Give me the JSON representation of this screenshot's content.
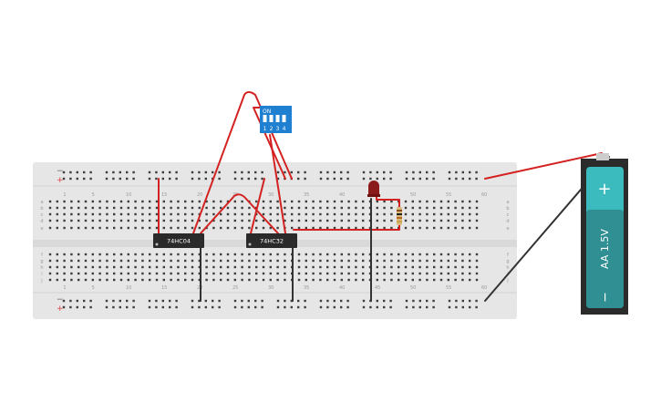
{
  "canvas": {
    "background": "#ffffff"
  },
  "breadboard": {
    "color": "#e6e6e6",
    "row_letters_top": [
      "a",
      "b",
      "c",
      "d",
      "e"
    ],
    "row_letters_bottom": [
      "f",
      "g",
      "h",
      "i",
      "j"
    ],
    "column_numbers": [
      "1",
      "5",
      "10",
      "15",
      "20",
      "25",
      "30",
      "35",
      "40",
      "45",
      "50",
      "55",
      "60"
    ],
    "rail_plus": "+",
    "rail_minus": "−"
  },
  "chips": [
    {
      "label": "74HC04",
      "color": "#2a2a2a"
    },
    {
      "label": "74HC32",
      "color": "#2a2a2a"
    }
  ],
  "dip_switch": {
    "on_label": "ON",
    "numbers": [
      "1",
      "2",
      "3",
      "4"
    ],
    "color": "#1f7fd0"
  },
  "led": {
    "color": "#8b1a1a",
    "name": "led"
  },
  "resistor": {
    "bands": [
      "#8a4b1a",
      "#222222",
      "#b5651d",
      "#c8a24a"
    ]
  },
  "battery": {
    "plus": "+",
    "minus": "−",
    "label": "AA 1.5V",
    "body_color": "#3bbbbe",
    "case_color": "#2b2b2b"
  },
  "wires": {
    "signal_color": "#d42222",
    "ground_color": "#333333"
  }
}
